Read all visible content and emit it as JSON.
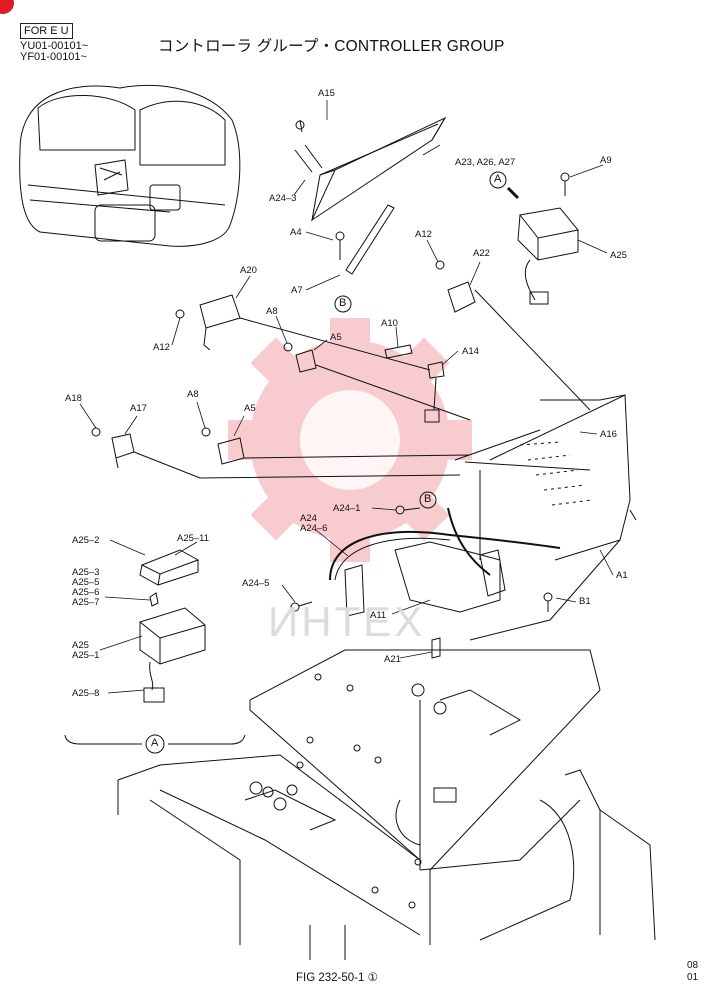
{
  "header": {
    "region_badge": "FOR E U",
    "serial_1": "YU01-00101~",
    "serial_2": "YF01-00101~",
    "title": "コントローラ グループ・CONTROLLER GROUP"
  },
  "watermark": {
    "text": "ИНТЕХ",
    "color": "#e01b23"
  },
  "callouts": {
    "A": "A",
    "B": "B"
  },
  "labels": {
    "a15": "A15",
    "a23": "A23, A26, A27",
    "a24_3": "A24–3",
    "a9": "A9",
    "a4": "A4",
    "a12_top": "A12",
    "a22": "A22",
    "a25": "A25",
    "a7": "A7",
    "a20": "A20",
    "a12_left": "A12",
    "a8_top": "A8",
    "a5_top": "A5",
    "a10": "A10",
    "a14": "A14",
    "a18": "A18",
    "a17": "A17",
    "a8_mid": "A8",
    "a5_mid": "A5",
    "a16": "A16",
    "a24_1": "A24–1",
    "a24": "A24",
    "a24_6": "A24–6",
    "a25_2": "A25–2",
    "a25_11": "A25–11",
    "a25_3": "A25–3",
    "a25_5": "A25–5",
    "a25_6": "A25–6",
    "a25_7": "A25–7",
    "a1": "A1",
    "a24_5": "A24–5",
    "a11": "A11",
    "b1": "B1",
    "a25_d": "A25",
    "a25_1": "A25–1",
    "a21": "A21",
    "a25_8": "A25–8"
  },
  "footer": {
    "figure": "FIG 232-50-1 ①",
    "page_1": "08",
    "page_2": "01"
  }
}
